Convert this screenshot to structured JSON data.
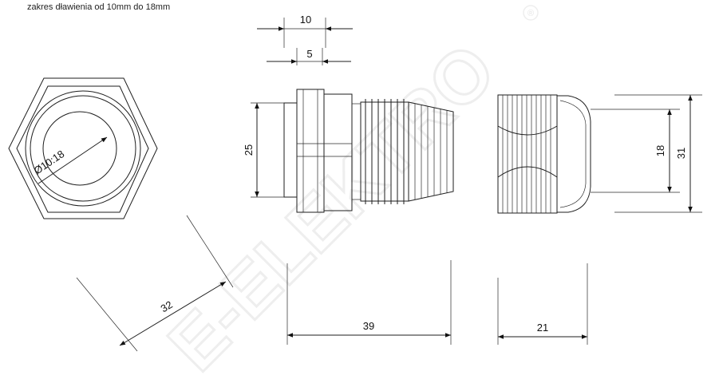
{
  "caption": "zakres dławienia od 10mm do 18mm",
  "watermark": {
    "text": "E-ELEKTRO",
    "registered": "®"
  },
  "dimensions": {
    "top_width": "10",
    "top_half": "5",
    "height_25": "25",
    "diameter": "Ø10:18",
    "across_flats": "32",
    "length_39": "39",
    "length_21": "21",
    "height_18": "18",
    "height_31": "31"
  },
  "colors": {
    "line": "#1e1e1e",
    "watermark": "#eeeeee"
  }
}
